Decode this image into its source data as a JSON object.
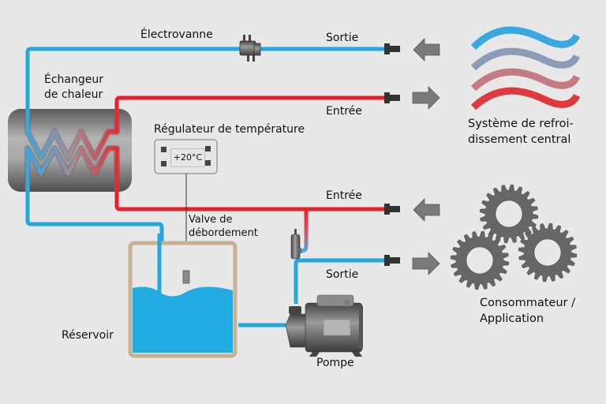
{
  "diagram": {
    "title": "Circuit de refroidissement avec échangeur de chaleur",
    "colors": {
      "background": "#e8e8e8",
      "cold_pipe": "#22a8e0",
      "hot_pipe": "#e8202a",
      "water": "#22aae2",
      "tank_border": "#c8b090",
      "gear": "#666666",
      "arrow": "#7a7a7a",
      "connector": "#333333"
    },
    "labels": {
      "solenoid_valve": "Électrovanne",
      "heat_exchanger_line1": "Échangeur",
      "heat_exchanger_line2": "de chaleur",
      "temp_regulator": "Régulateur de température",
      "temp_display": "+20°C",
      "overflow_valve_line1": "Valve de",
      "overflow_valve_line2": "débordement",
      "reservoir": "Réservoir",
      "pump": "Pompe",
      "top_outlet": "Sortie",
      "top_inlet": "Entrée",
      "bottom_inlet": "Entrée",
      "bottom_outlet": "Sortie",
      "central_cooling_line1": "Système de refroi-",
      "central_cooling_line2": "dissement central",
      "consumer_line1": "Consommateur /",
      "consumer_line2": "Application"
    },
    "flows": [
      {
        "line": "top_outlet",
        "medium": "cold",
        "arrow_direction": "left"
      },
      {
        "line": "top_inlet",
        "medium": "hot",
        "arrow_direction": "right"
      },
      {
        "line": "bottom_inlet",
        "medium": "hot",
        "arrow_direction": "left"
      },
      {
        "line": "bottom_outlet",
        "medium": "cold",
        "arrow_direction": "right"
      }
    ],
    "reservoir_fill_level": 0.62
  }
}
